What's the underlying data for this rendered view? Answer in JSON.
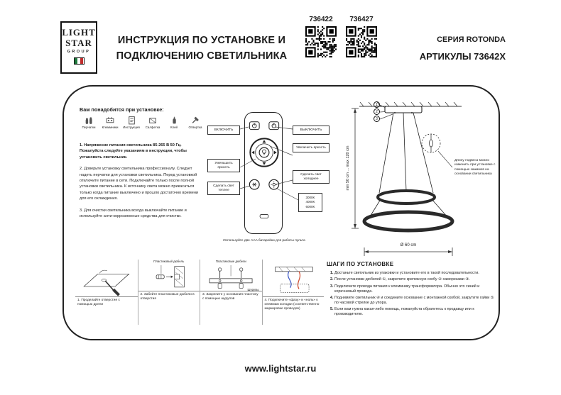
{
  "header": {
    "logo": {
      "line1": "LIGHT",
      "line2": "STAR",
      "line3": "GROUP"
    },
    "title_line1": "ИНСТРУКЦИЯ ПО УСТАНОВКЕ И",
    "title_line2": "ПОДКЛЮЧЕНИЮ СВЕТИЛЬНИКА",
    "code_left": "736422",
    "code_right": "736427",
    "series": "СЕРИЯ ROTONDA",
    "articles": "АРТИКУЛЫ 73642X"
  },
  "needs": {
    "heading": "Вам понадобится при установке:",
    "tools": [
      {
        "label": "Перчатки"
      },
      {
        "label": "Клеммники"
      },
      {
        "label": "Инструкция"
      },
      {
        "label": "Салфетка"
      },
      {
        "label": "Клей"
      },
      {
        "label": "Отвертка"
      }
    ],
    "notes": [
      "1. Напряжение питания светильника 85-265 В 50 Гц. Пожалуйста следуйте указаниям в инструкции, чтобы установить светильник.",
      "2. Доверьте установку светильника профессионалу. Следует надеть перчатки для установки светильника. Перед установкой отключите питание в сети. Подключайте только после полной установки светильника. К источнику света можно прикасаться только когда питание выключено и прошло достаточно времени для его охлаждения.",
      "3. Для очистки светильника всегда выключайте питание и используйте анти-коррозионные средства для очистки."
    ]
  },
  "remote": {
    "callouts": {
      "on": "ВКЛЮЧИТЬ",
      "off": "ВЫКЛЮЧИТЬ",
      "dim": "Уменьшить яркость",
      "brighten": "Увеличить яркость",
      "warm": "Сделать свет теплее",
      "cold": "Сделать свет холоднее",
      "temps": [
        "3000K",
        "4000K",
        "6000K"
      ]
    },
    "caption": "Используйте две AAA батарейки для работы пульта"
  },
  "lamp": {
    "markers": [
      "1",
      "2",
      "3"
    ],
    "height_label": "min 50 cm ... max 120 cm",
    "diameter_label": "Ø 60 cm",
    "note": "Длину подвеса можно изменить при установке с помощью зажимов на основании светильника"
  },
  "mount_steps": [
    {
      "caption": "1. Проделайте отверстие с помощью дрели"
    },
    {
      "caption": "2. Забейте пластиковые дюбели в отверстия",
      "label_top": "Пластиковый дюбель"
    },
    {
      "caption": "3. Закрепите у основания пластину с помощью шурупов",
      "label_top": "Пластиковые дюбели",
      "label_side": "Шурупы"
    },
    {
      "caption": "4. Подключите «фазу» и «ноль» к клеммам колодки (соответственно маркировке проводов)"
    }
  ],
  "install": {
    "heading": "ШАГИ ПО УСТАНОВКЕ",
    "steps": [
      "Достаньте светильник из упаковки и установите его в такой последовательности.",
      "После установки дюбелей ①, закрепите крепежную скобу ② саморезами ③.",
      "Подключите провода питания к клеммнику трансформатора. Обычно это синий и коричневый провода.",
      "Поднимите светильник ④ и соедините основание с монтажной скобой, закрутите гайки ⑤ по часовой стрелке до упора.",
      "Если вам нужна какая-либо помощь, пожалуйста обратитесь к продавцу или к производителю."
    ]
  },
  "page": {
    "website": "www.lightstar.ru"
  },
  "colors": {
    "ink": "#1c1c1c",
    "wire_phase": "#d04b2e",
    "wire_neutral": "#3a56c5",
    "flag_green": "#1e7a3c",
    "flag_red": "#c22d2d"
  }
}
